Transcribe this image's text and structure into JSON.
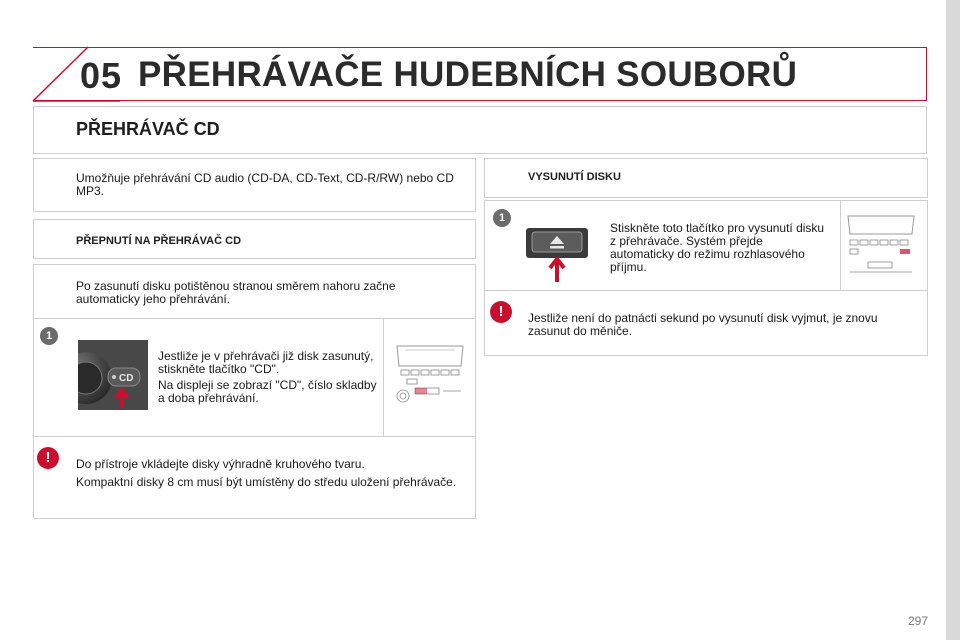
{
  "header": {
    "chapter_number": "05",
    "chapter_title": "PŘEHRÁVAČE HUDEBNÍCH SOUBORŮ"
  },
  "main": {
    "heading": "PŘEHRÁVAČ CD",
    "intro": "Umožňuje přehrávání CD audio (CD-DA, CD-Text, CD-R/RW) nebo CD MP3.",
    "switch_section": {
      "heading": "PŘEPNUTÍ NA PŘEHRÁVAČ CD",
      "intro": "Po zasunutí disku potištěnou stranou směrem nahoru začne automaticky jeho přehrávání.",
      "step_number": "1",
      "step_text_1": "Jestliže je v přehrávači již disk zasunutý, stiskněte tlačítko \"CD\".",
      "step_text_2": "Na displeji se zobrazí \"CD\", číslo skladby a doba přehrávání.",
      "cd_button_label": "CD"
    },
    "warning_1": {
      "symbol": "!",
      "text_1": "Do přístroje vkládejte disky výhradně kruhového tvaru.",
      "text_2": "Kompaktní disky 8 cm musí být umístěny do středu uložení přehrávače."
    },
    "eject_section": {
      "heading": "VYSUNUTÍ DISKU",
      "step_number": "1",
      "step_text": "Stiskněte toto tlačítko pro vysunutí disku z přehrávače. Systém přejde automaticky do režimu rozhlasového příjmu."
    },
    "warning_2": {
      "symbol": "!",
      "text": "Jestliže není do patnácti sekund po vysunutí disk vyjmut, je znovu zasunut do měniče."
    }
  },
  "page_number": "297",
  "colors": {
    "accent": "#c8102e",
    "step_circle": "#6b6b6b",
    "border": "#cfcfcf",
    "sidebar": "#d9d9d9"
  },
  "icons": [
    "step-number-icon",
    "warning-icon",
    "up-arrow-icon",
    "eject-icon"
  ]
}
